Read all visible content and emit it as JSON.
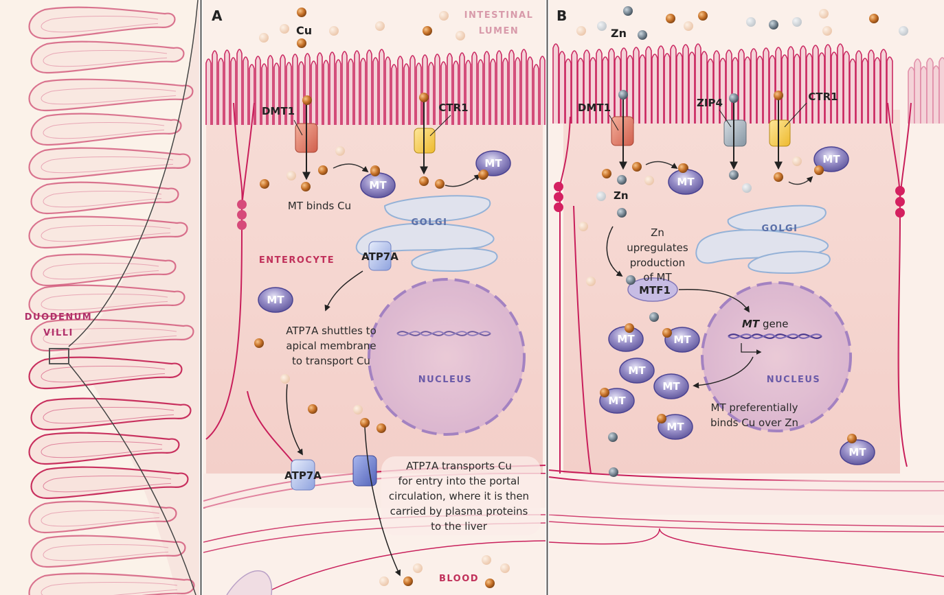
{
  "figure": {
    "left_panel": {
      "label_line1": "DUODENUM",
      "label_line2": "VILLI"
    },
    "panel_a": {
      "letter": "A",
      "lumen_line1": "INTESTINAL",
      "lumen_line2": "LUMEN",
      "ion_label": "Cu",
      "transporters": {
        "dmt1": "DMT1",
        "ctr1": "CTR1",
        "atp7a_golgi": "ATP7A",
        "atp7a_basolateral": "ATP7A"
      },
      "organelles": {
        "golgi": "GOLGI",
        "nucleus": "NUCLEUS",
        "cell": "ENTEROCYTE",
        "blood": "BLOOD"
      },
      "mt_label": "MT",
      "notes": {
        "mt_binds": "MT binds Cu",
        "shuttle": [
          "ATP7A shuttles to",
          "apical membrane",
          "to transport Cu"
        ],
        "transport": [
          "ATP7A transports Cu",
          "for entry into the portal",
          "circulation, where it is then",
          "carried by plasma proteins",
          "to the liver"
        ]
      }
    },
    "panel_b": {
      "letter": "B",
      "ion_label": "Zn",
      "zn_label_inner": "Zn",
      "transporters": {
        "dmt1": "DMT1",
        "zip4": "ZIP4",
        "ctr1": "CTR1"
      },
      "organelles": {
        "golgi": "GOLGI",
        "nucleus": "NUCLEUS"
      },
      "mtf1": "MTF1",
      "gene_italic": "MT",
      "gene_rest": " gene",
      "mt_label": "MT",
      "notes": {
        "upregulates": [
          "Zn",
          "upregulates",
          "production",
          "of MT"
        ],
        "preferential": [
          "MT preferentially",
          "binds Cu over Zn"
        ]
      }
    },
    "colors": {
      "membrane": "#c81e5a",
      "copper": "#c8732a",
      "zinc": "#7d8c98",
      "mt": "#7a72b0",
      "golgi": "#8fb0d8",
      "nucleus": "#9b7ac0",
      "dmt1": "#d9705e",
      "ctr1": "#f2c84a",
      "zip4": "#9aa9b5",
      "atp7a": "#a9b8e6",
      "accent_text": "#c0305a"
    }
  }
}
